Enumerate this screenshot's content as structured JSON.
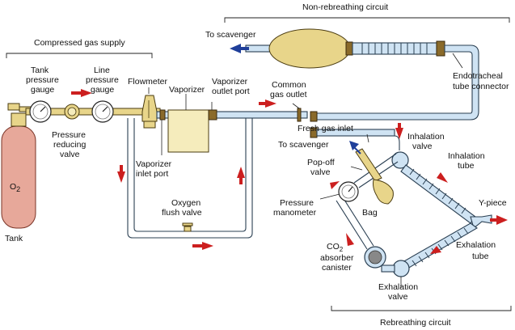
{
  "labels": {
    "non_rebreathing_circuit": "Non-rebreathing circuit",
    "compressed_gas_supply": "Compressed gas supply",
    "to_scavenger_top": "To scavenger",
    "endotracheal_1": "Endotracheal",
    "endotracheal_2": "tube connector",
    "tank_pressure_1": "Tank",
    "tank_pressure_2": "pressure",
    "tank_pressure_3": "gauge",
    "line_pressure_1": "Line",
    "line_pressure_2": "pressure",
    "line_pressure_3": "gauge",
    "flowmeter": "Flowmeter",
    "vaporizer": "Vaporizer",
    "vap_outlet_1": "Vaporizer",
    "vap_outlet_2": "outlet port",
    "common_gas_1": "Common",
    "common_gas_2": "gas outlet",
    "pressure_reducing_1": "Pressure",
    "pressure_reducing_2": "reducing",
    "pressure_reducing_3": "valve",
    "vap_inlet_1": "Vaporizer",
    "vap_inlet_2": "inlet port",
    "fresh_gas_inlet": "Fresh gas inlet",
    "to_scavenger_mid": "To scavenger",
    "inhalation_valve_1": "Inhalation",
    "inhalation_valve_2": "valve",
    "inhalation_tube_1": "Inhalation",
    "inhalation_tube_2": "tube",
    "popoff_1": "Pop-off",
    "popoff_2": "valve",
    "oxygen_flush_1": "Oxygen",
    "oxygen_flush_2": "flush valve",
    "pressure_manometer_1": "Pressure",
    "pressure_manometer_2": "manometer",
    "bag": "Bag",
    "y_piece": "Y-piece",
    "o2_main": "O",
    "o2_sub": "2",
    "tank": "Tank",
    "co2_main": "CO",
    "co2_sub": "2",
    "absorber": "absorber",
    "canister": "canister",
    "exhalation_tube_1": "Exhalation",
    "exhalation_tube_2": "tube",
    "exhalation_valve_1": "Exhalation",
    "exhalation_valve_2": "valve",
    "rebreathing_circuit": "Rebreathing circuit"
  },
  "colors": {
    "flow_arrow": "#cc1f1f",
    "scavenger_arrow": "#1f3f9a",
    "pipe_fill": "#cfe3f3",
    "bag_fill": "#e8d58a"
  }
}
